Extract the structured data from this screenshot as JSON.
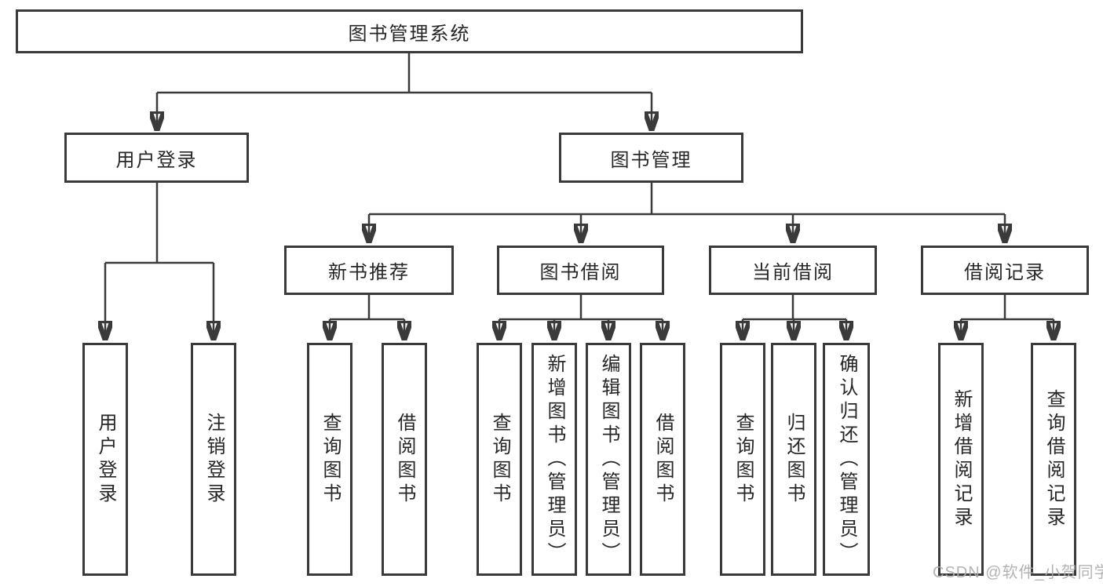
{
  "colors": {
    "line": "#3a3a3a",
    "box_border": "#3a3a3a",
    "text": "#262626",
    "background": "#ffffff",
    "watermark_text": "#adadad"
  },
  "watermark": "CSDN @软件_小贺同学",
  "nodes": {
    "root": "图书管理系统",
    "branches": {
      "user_login": "用户登录",
      "book_mgmt": "图书管理"
    },
    "sections": {
      "new_book_rec": "新书推荐",
      "book_borrow": "图书借阅",
      "current_borrow": "当前借阅",
      "borrow_record": "借阅记录"
    },
    "leaves": {
      "login": "用户登录",
      "logout": "注销登录",
      "rec_query": "查询图书",
      "rec_borrow": "借阅图书",
      "borrow_query": "查询图书",
      "borrow_add": "新增图书（管理员）",
      "borrow_edit": "编辑图书（管理员）",
      "borrow_do": "借阅图书",
      "current_query": "查询图书",
      "current_return": "归还图书",
      "current_confirm": "确认归还（管理员）",
      "record_add": "新增借阅记录",
      "record_query": "查询借阅记录"
    }
  }
}
